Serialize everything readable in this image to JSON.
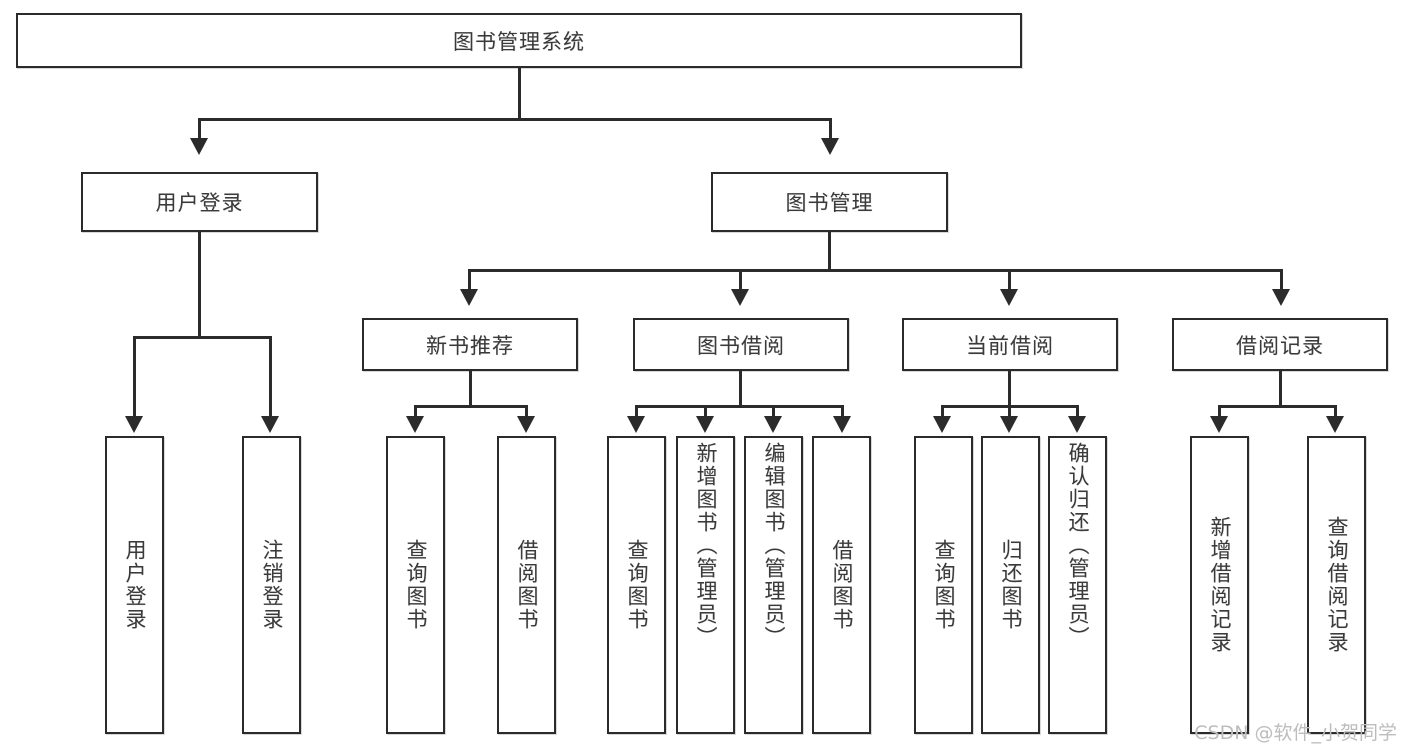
{
  "diagram": {
    "title_node": {
      "label": "图书管理系统"
    },
    "level2": [
      {
        "id": "user-login",
        "label": "用户登录"
      },
      {
        "id": "book-manage",
        "label": "图书管理"
      }
    ],
    "level3": [
      {
        "id": "new-book-recommend",
        "label": "新书推荐"
      },
      {
        "id": "book-borrow",
        "label": "图书借阅"
      },
      {
        "id": "current-borrow",
        "label": "当前借阅"
      },
      {
        "id": "borrow-record",
        "label": "借阅记录"
      }
    ],
    "leaves": {
      "user_login": [
        {
          "id": "leaf-user-login",
          "label": "用户登录"
        },
        {
          "id": "leaf-logout-login",
          "label": "注销登录"
        }
      ],
      "new_book_recommend": [
        {
          "id": "leaf-query-book-1",
          "label": "查询图书"
        },
        {
          "id": "leaf-borrow-book-1",
          "label": "借阅图书"
        }
      ],
      "book_borrow": [
        {
          "id": "leaf-query-book-2",
          "label": "查询图书"
        },
        {
          "id": "leaf-add-book",
          "label": "新增图书（管理员）"
        },
        {
          "id": "leaf-edit-book",
          "label": "编辑图书（管理员）"
        },
        {
          "id": "leaf-borrow-book-2",
          "label": "借阅图书"
        }
      ],
      "current_borrow": [
        {
          "id": "leaf-query-book-3",
          "label": "查询图书"
        },
        {
          "id": "leaf-return-book",
          "label": "归还图书"
        },
        {
          "id": "leaf-confirm-return",
          "label": "确认归还（管理员）"
        }
      ],
      "borrow_record": [
        {
          "id": "leaf-add-record",
          "label": "新增借阅记录"
        },
        {
          "id": "leaf-query-record",
          "label": "查询借阅记录"
        }
      ]
    }
  },
  "watermark": {
    "text": "CSDN @软件_小贺同学"
  },
  "colors": {
    "stroke": "#2b2b2b",
    "text": "#3a3a3a",
    "background": "#ffffff",
    "watermark": "#bdbdbd"
  }
}
